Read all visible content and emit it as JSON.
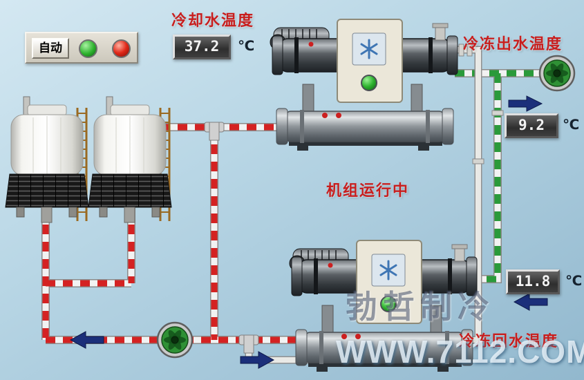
{
  "hmi": {
    "control_panel": {
      "auto_button_label": "自动",
      "green_lamp_color": "#2db22d",
      "red_lamp_color": "#e02818"
    },
    "readouts": [
      {
        "id": "cooling_water_temp",
        "label": "冷却水温度",
        "value": "37.2",
        "unit": "℃"
      },
      {
        "id": "chilled_outlet_temp",
        "label": "冷冻出水温度",
        "value": "9.2",
        "unit": "℃"
      },
      {
        "id": "chilled_return_temp",
        "label": "冷冻回水温度",
        "value": "11.8",
        "unit": "℃"
      }
    ],
    "status_text": "机组运行中",
    "colors": {
      "cooling_pipe_red": "#d42222",
      "chilled_pipe_green": "#2a9a3a",
      "flow_arrow_blue": "#1b2f7a",
      "label_red": "#c81e1e",
      "background_top": "#d4e8f2",
      "background_bottom": "#92b8ce"
    }
  },
  "watermark": {
    "line1": "勃哲制冷",
    "line2": "WWW.7112.COM"
  }
}
